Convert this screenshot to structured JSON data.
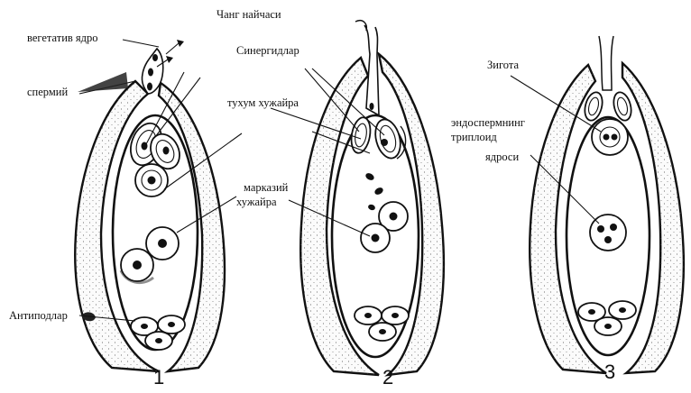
{
  "labels": {
    "vegetative_nucleus": "вегетатив ядро",
    "pollen_tube": "Чанг найчаси",
    "synergids": "Синергидлар",
    "sperm": "спермий",
    "egg_cell": "тухум хужайра",
    "central_cell_line1": "марказий",
    "central_cell_line2": "хужайра",
    "antipodals": "Антиподлар",
    "zygote": "Зигота",
    "endosperm_line1": "эндоспермнинг",
    "endosperm_line2": "триплоид",
    "endosperm_line3": "ядроси"
  },
  "panels": [
    {
      "number": "1"
    },
    {
      "number": "2"
    },
    {
      "number": "3"
    }
  ]
}
